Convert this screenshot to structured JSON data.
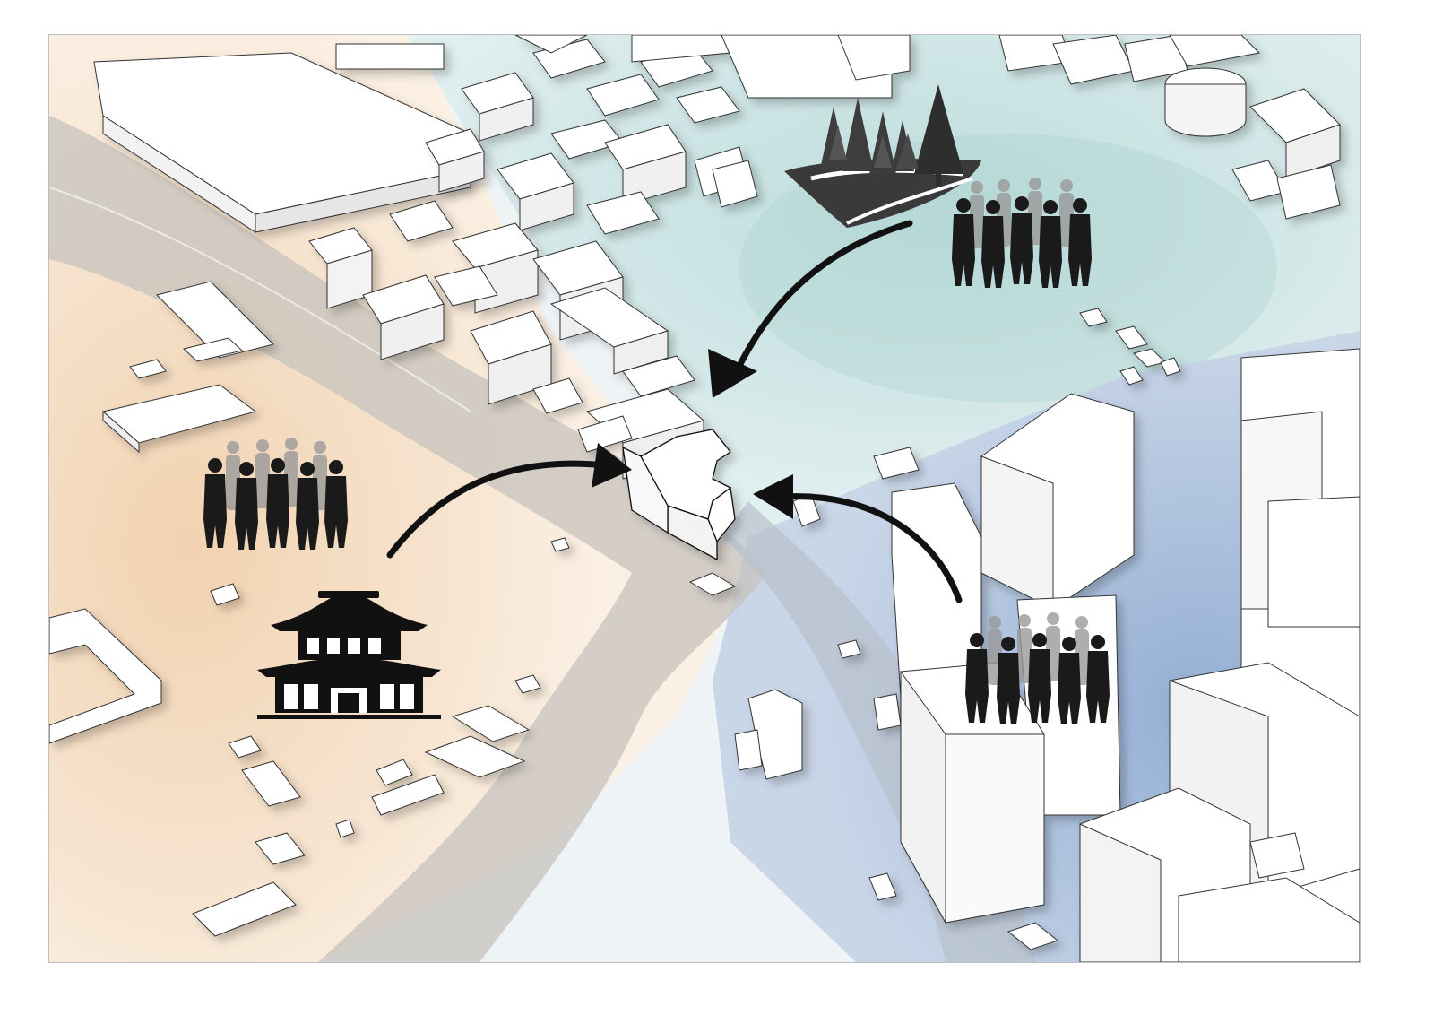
{
  "diagram": {
    "zones": [
      {
        "name": "heritage-district",
        "color": "#f3dcc3"
      },
      {
        "name": "green-park-district",
        "color": "#c8e2e1"
      },
      {
        "name": "urban-highrise-district",
        "color": "#a9bedb"
      },
      {
        "name": "road",
        "color": "#c9c9c9"
      }
    ],
    "icons": [
      "pine-forest-icon",
      "crowd-icon",
      "crowd-icon",
      "crowd-icon",
      "pagoda-temple-icon"
    ],
    "arrows": [
      {
        "from": "green-park-district",
        "to": "site-building"
      },
      {
        "from": "heritage-district",
        "to": "site-building"
      },
      {
        "from": "urban-highrise-district",
        "to": "site-building"
      }
    ],
    "accent_color": "#111111"
  }
}
